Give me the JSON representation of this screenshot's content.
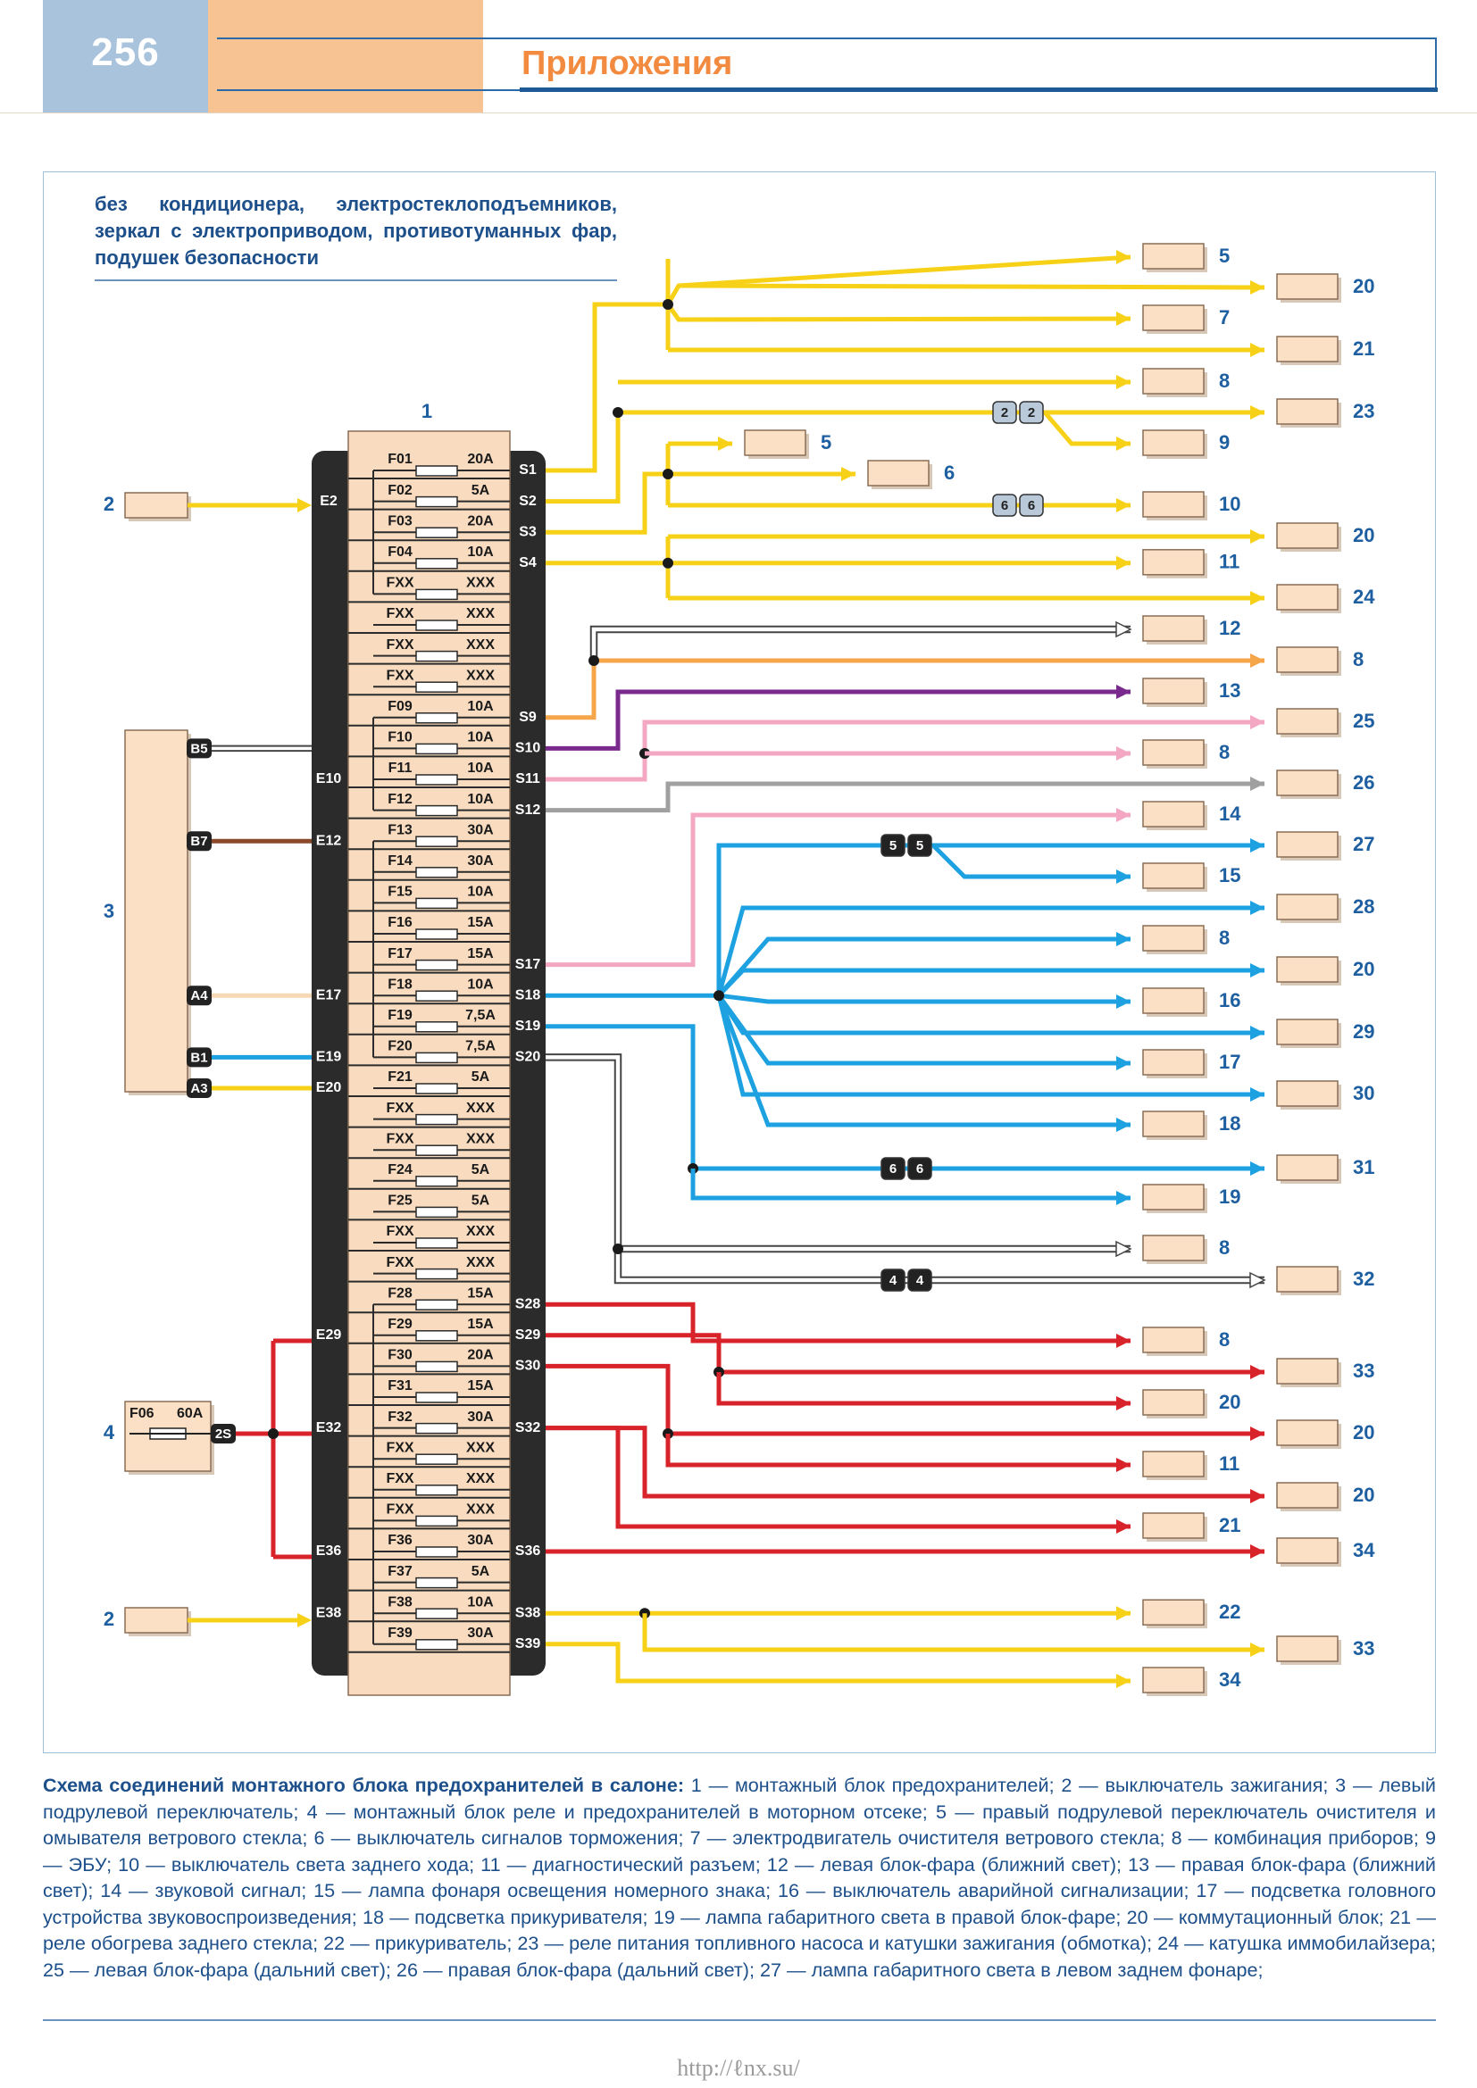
{
  "header": {
    "page_number": "256",
    "section_title": "Приложения"
  },
  "variant_note": "без кондиционера, электростеклоподъемников, зеркал с электроприводом, противотуманных фар, подушек безопасности",
  "diagram": {
    "block_label": "1",
    "left_items": {
      "ign_top": "2",
      "switch_block": "3",
      "relay_block": "4",
      "ign_bottom": "2",
      "relay_fuse": "F06",
      "relay_fuse_rating": "60A",
      "relay_pin": "2S",
      "switch_pins": [
        "B5",
        "B7",
        "A4",
        "B1",
        "A3"
      ]
    },
    "block_inputs": [
      "E2",
      "E10",
      "E12",
      "E17",
      "E19",
      "E20",
      "E29",
      "E32",
      "E36",
      "E38"
    ],
    "fuses": [
      {
        "id": "F01",
        "rating": "20A"
      },
      {
        "id": "F02",
        "rating": "5A"
      },
      {
        "id": "F03",
        "rating": "20A"
      },
      {
        "id": "F04",
        "rating": "10A"
      },
      {
        "id": "FXX",
        "rating": "XXX"
      },
      {
        "id": "FXX",
        "rating": "XXX"
      },
      {
        "id": "FXX",
        "rating": "XXX"
      },
      {
        "id": "FXX",
        "rating": "XXX"
      },
      {
        "id": "F09",
        "rating": "10A"
      },
      {
        "id": "F10",
        "rating": "10A"
      },
      {
        "id": "F11",
        "rating": "10A"
      },
      {
        "id": "F12",
        "rating": "10A"
      },
      {
        "id": "F13",
        "rating": "30A"
      },
      {
        "id": "F14",
        "rating": "30A"
      },
      {
        "id": "F15",
        "rating": "10A"
      },
      {
        "id": "F16",
        "rating": "15A"
      },
      {
        "id": "F17",
        "rating": "15A"
      },
      {
        "id": "F18",
        "rating": "10A"
      },
      {
        "id": "F19",
        "rating": "7,5A"
      },
      {
        "id": "F20",
        "rating": "7,5A"
      },
      {
        "id": "F21",
        "rating": "5A"
      },
      {
        "id": "FXX",
        "rating": "XXX"
      },
      {
        "id": "FXX",
        "rating": "XXX"
      },
      {
        "id": "F24",
        "rating": "5A"
      },
      {
        "id": "F25",
        "rating": "5A"
      },
      {
        "id": "FXX",
        "rating": "XXX"
      },
      {
        "id": "FXX",
        "rating": "XXX"
      },
      {
        "id": "F28",
        "rating": "15A"
      },
      {
        "id": "F29",
        "rating": "15A"
      },
      {
        "id": "F30",
        "rating": "20A"
      },
      {
        "id": "F31",
        "rating": "15A"
      },
      {
        "id": "F32",
        "rating": "30A"
      },
      {
        "id": "FXX",
        "rating": "XXX"
      },
      {
        "id": "FXX",
        "rating": "XXX"
      },
      {
        "id": "FXX",
        "rating": "XXX"
      },
      {
        "id": "F36",
        "rating": "30A"
      },
      {
        "id": "F37",
        "rating": "5A"
      },
      {
        "id": "F38",
        "rating": "10A"
      },
      {
        "id": "F39",
        "rating": "30A"
      }
    ],
    "block_outputs": [
      "S1",
      "S2",
      "S3",
      "S4",
      "S9",
      "S10",
      "S11",
      "S12",
      "S17",
      "S18",
      "S19",
      "S20",
      "S28",
      "S29",
      "S30",
      "S32",
      "S36",
      "S38",
      "S39"
    ],
    "destinations": [
      "5",
      "20",
      "7",
      "21",
      "8",
      "23",
      "9",
      "5",
      "6",
      "10",
      "20",
      "11",
      "24",
      "12",
      "8",
      "13",
      "25",
      "8",
      "26",
      "14",
      "27",
      "15",
      "28",
      "8",
      "20",
      "16",
      "29",
      "17",
      "30",
      "18",
      "31",
      "19",
      "8",
      "32",
      "8",
      "33",
      "20",
      "20",
      "11",
      "20",
      "21",
      "34",
      "22",
      "33",
      "34"
    ],
    "connectors": [
      {
        "a": "2",
        "b": "2"
      },
      {
        "a": "6",
        "b": "6"
      },
      {
        "a": "5",
        "b": "5"
      },
      {
        "a": "6",
        "b": "6"
      },
      {
        "a": "4",
        "b": "4"
      }
    ],
    "wire_colors": {
      "yellow": "#f7d117",
      "orange": "#f5a54a",
      "purple": "#7a2a8c",
      "pink": "#f4a7c3",
      "grey": "#a0a0a0",
      "blue": "#1ea1e0",
      "red": "#d9232a",
      "white": "#ffffff",
      "brown": "#8a4a2a",
      "beige": "#f6d9b4"
    }
  },
  "caption": {
    "title": "Схема соединений монтажного блока предохранителей в салоне:",
    "text": "1 — монтажный блок предохранителей; 2 — выключатель зажигания; 3 — левый подрулевой переключатель; 4 — монтажный блок реле и предохранителей в моторном отсеке; 5 — правый подрулевой переключатель очистителя и омывателя ветрового стекла; 6 — выключатель сигналов торможения; 7 — электродвигатель очистителя ветрового стекла; 8 — комбинация приборов; 9 — ЭБУ; 10 — выключатель света заднего хода; 11 — диагностический разъем; 12 — левая блок-фара (ближний свет); 13 — правая блок-фара (ближний свет); 14 — звуковой сигнал; 15 — лампа фонаря освещения номерного знака; 16 — выключатель аварийной сигнализации; 17 — подсветка головного устройства звуковоспроизведения; 18 — подсветка прикуривателя; 19 — лампа габаритного света в правой блок-фаре; 20 — коммутационный блок; 21 — реле обогрева заднего стекла; 22 — прикуриватель; 23 — реле питания топливного насоса и катушки зажигания (обмотка); 24 — катушка иммобилайзера; 25 — левая блок-фара (дальний свет); 26 — правая блок-фара (дальний свет); 27 — лампа габаритного света в левом заднем фонаре;"
  },
  "footer": {
    "url": "http://ℓnx.su/"
  }
}
